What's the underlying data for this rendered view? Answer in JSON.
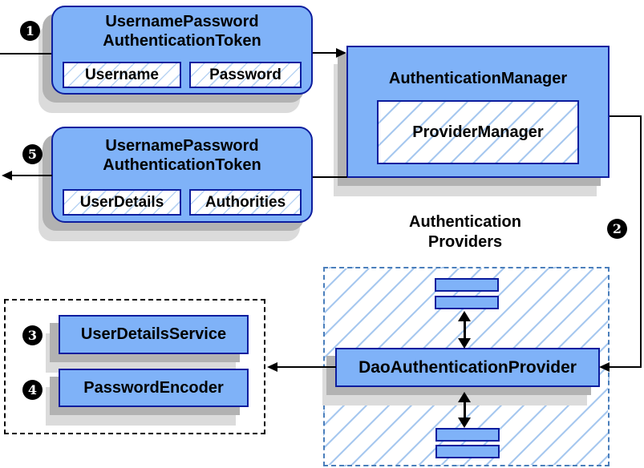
{
  "steps": [
    "1",
    "2",
    "3",
    "4",
    "5"
  ],
  "nodes": {
    "request_token": {
      "title_line1": "UsernamePassword",
      "title_line2": "AuthenticationToken",
      "field1": "Username",
      "field2": "Password"
    },
    "auth_manager": {
      "title": "AuthenticationManager",
      "inner_box": "ProviderManager"
    },
    "result_token": {
      "title_line1": "UsernamePassword",
      "title_line2": "AuthenticationToken",
      "field1": "UserDetails",
      "field2": "Authorities"
    },
    "providers_group": {
      "heading_line1": "Authentication",
      "heading_line2": "Providers"
    },
    "dao_provider": {
      "title": "DaoAuthenticationProvider"
    },
    "user_details_service": {
      "title": "UserDetailsService"
    },
    "password_encoder": {
      "title": "PasswordEncoder"
    }
  },
  "colors": {
    "canvas_bg": "#ffffff",
    "node_fill": "#7fb2f8",
    "node_border": "#0d1d9e",
    "hatch_line": "#a7c8ef",
    "providers_dashed_border": "#4a7ebb",
    "services_dotted_border": "#000000",
    "shadow_dark": "#b2b2b2",
    "shadow_light": "#dbdbdb",
    "connector": "#000000",
    "badge_bg": "#000000",
    "badge_fg": "#ffffff"
  }
}
